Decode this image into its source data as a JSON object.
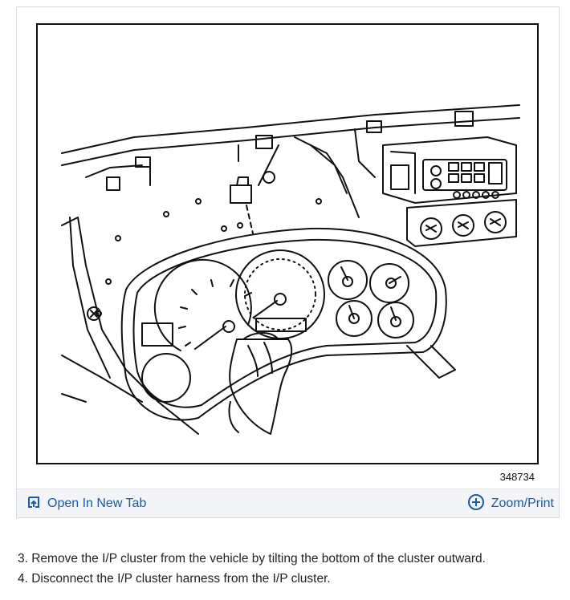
{
  "figure": {
    "number": "348734",
    "open_tab_label": "Open In New Tab",
    "zoom_label": "Zoom/Print",
    "open_tab_icon": "open-in-new-tab-icon",
    "zoom_icon": "zoom-plus-circle-icon",
    "accent_color": "#1a5aa6"
  },
  "steps": [
    "3. Remove the I/P cluster from the vehicle by tilting the bottom of the cluster outward.",
    "4. Disconnect the I/P cluster harness from the I/P cluster."
  ]
}
